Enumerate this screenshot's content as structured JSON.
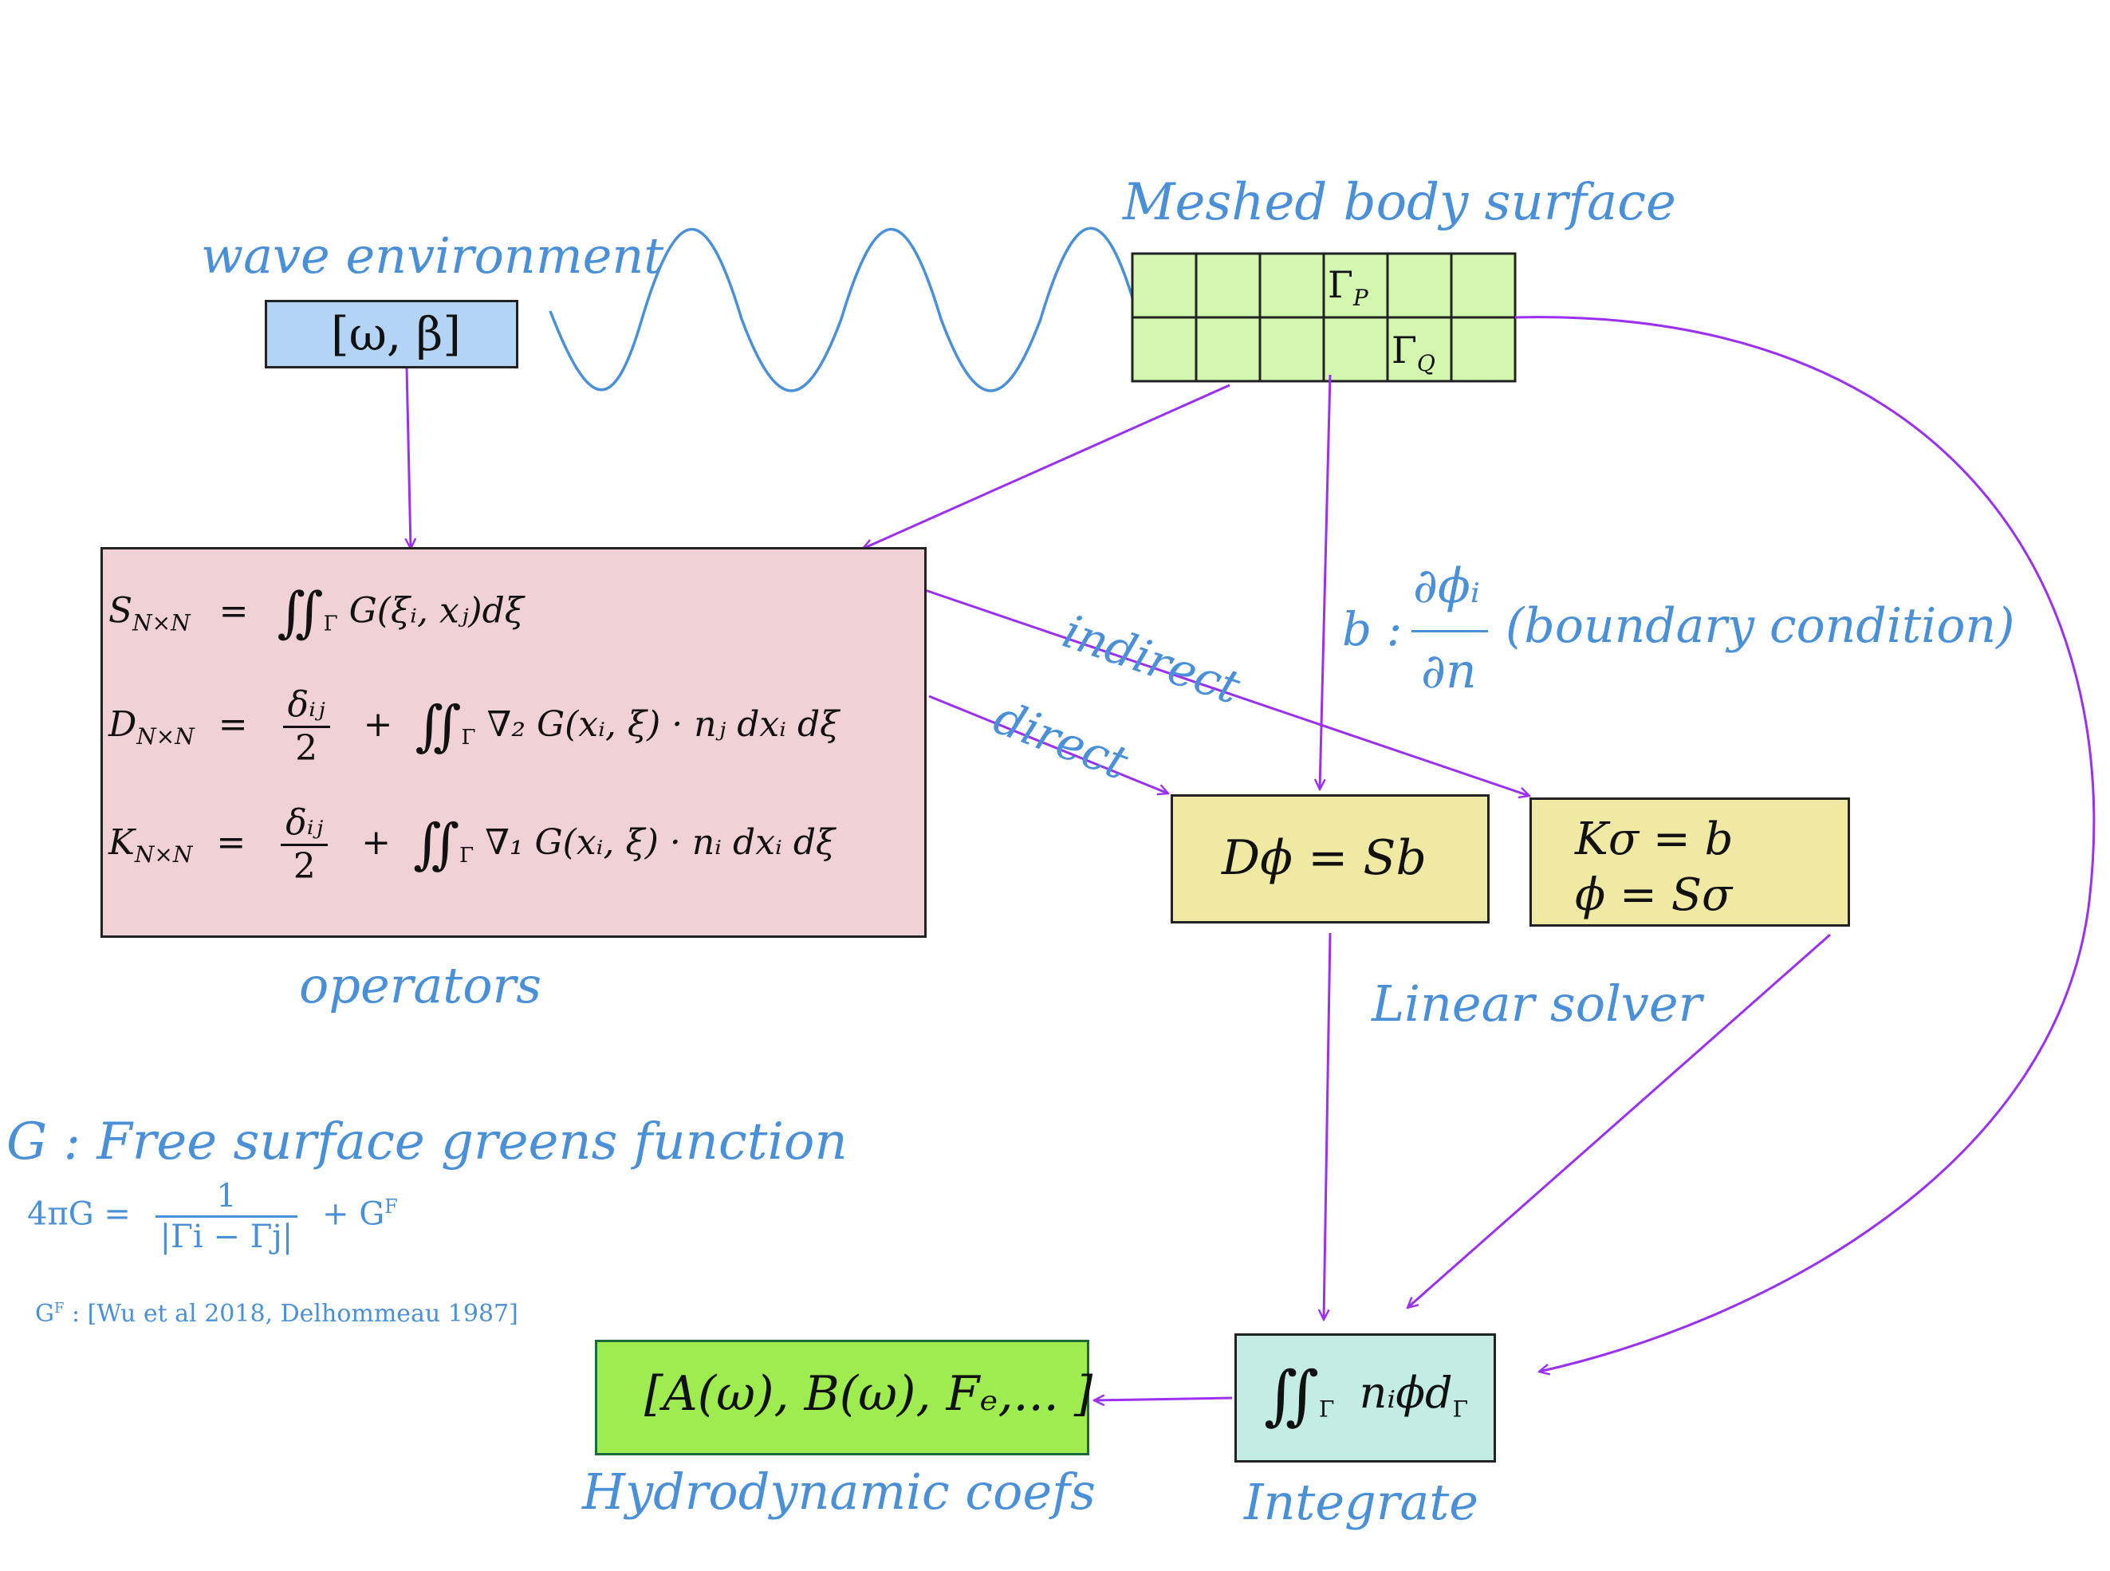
{
  "labels": {
    "wave_environment": "wave environment",
    "meshed_body_surface": "Meshed body surface",
    "operators": "operators",
    "linear_solver": "Linear solver",
    "integrate": "Integrate",
    "hydrodynamic_coefs": "Hydrodynamic coefs",
    "indirect": "indirect",
    "direct": "direct",
    "boundary_condition": "(boundary condition)",
    "b_prefix": "b :",
    "green_title": "G :  Free surface greens  function",
    "green_equation": "4πG  =",
    "green_one": "1",
    "green_denominator": "|Γi − Γj|",
    "green_plus": "+  G",
    "green_sup": "F",
    "green_ref": "G",
    "green_ref_sup": "F",
    "green_ref_text": " :  [Wu et al 2018,  Delhommeau 1987]"
  },
  "boxes": {
    "wave_params": "[ω, β]",
    "direct_eq": "Dϕ  =  Sb",
    "indirect_eq_1": "Kσ  =  b",
    "indirect_eq_2": "ϕ  =  Sσ",
    "integrate_expr_tail": "nᵢϕd",
    "integrate_sub": "Γ",
    "coefs": "[A(ω), B(ω), Fₑ,... ]"
  },
  "mesh": {
    "gamma_p": "Γ",
    "gamma_p_sub": "P",
    "gamma_q": "Γ",
    "gamma_q_sub": "Q"
  },
  "operators": {
    "s_lhs": "S",
    "s_sub": "N×N",
    "s_rhs": "G(ξᵢ, xⱼ)dξ",
    "d_lhs": "D",
    "d_sub": "N×N",
    "k_lhs": "K",
    "k_sub": "N×N",
    "delta": "δᵢⱼ",
    "two": "2",
    "d_rhs": "∇₂ G(xᵢ, ξ)  ·  nⱼ dxᵢ dξ",
    "k_rhs": "∇₁ G(xᵢ, ξ)  ·  nᵢ dxᵢ dξ",
    "int_sub": "Γ"
  },
  "bc": {
    "num": "∂ϕᵢ",
    "den": "∂n"
  },
  "colors": {
    "arrow": "#9b30f0",
    "label": "#4a90d9",
    "wave_box": "#b3d4f5",
    "mesh_box": "#d4f7b0",
    "operator_box": "#f0d2d6",
    "solver_box": "#f0e9a3",
    "integrate_box": "#c2ece4",
    "coefs_box": "#9fec50"
  }
}
